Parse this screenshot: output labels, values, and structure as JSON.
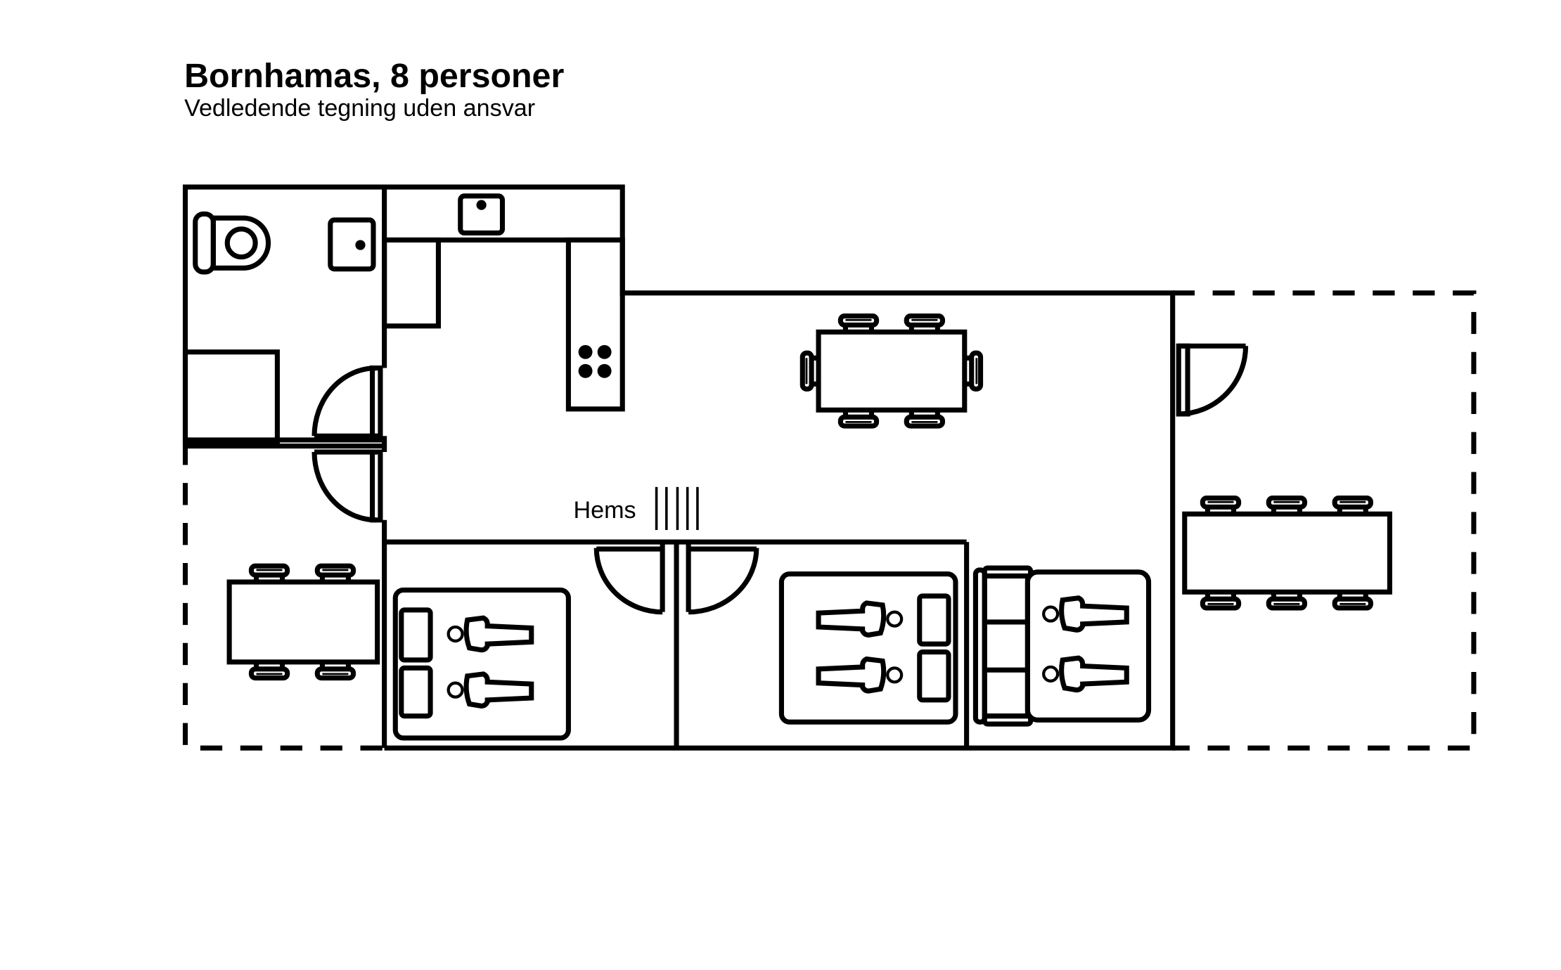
{
  "header": {
    "title": "Bornhamas, 8 personer",
    "subtitle": "Vedledende tegning uden ansvar"
  },
  "plan": {
    "loft_label": "Hems"
  },
  "colors": {
    "line": "#000000",
    "background": "#ffffff"
  }
}
